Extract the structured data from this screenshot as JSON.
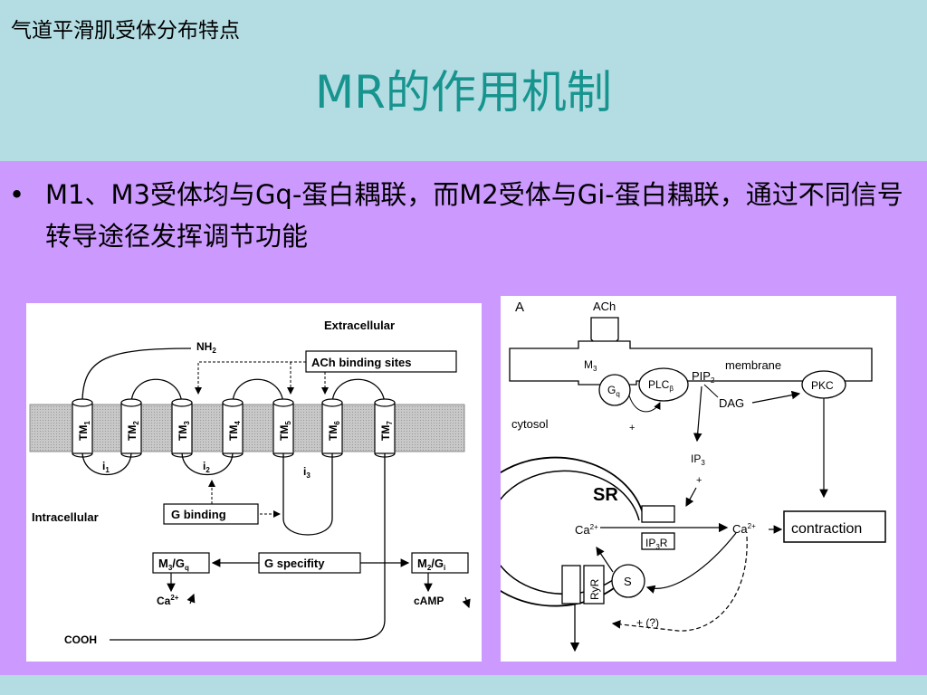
{
  "header": {
    "topline": "气道平滑肌受体分布特点",
    "title": "MR的作用机制"
  },
  "bullet": {
    "text": "M1、M3受体均与Gq-蛋白耦联，而M2受体与Gi-蛋白耦联，通过不同信号转导途径发挥调节功能"
  },
  "left_diagram": {
    "extracellular": "Extracellular",
    "intracellular": "Intracellular",
    "nh2": "NH",
    "nh2_sub": "2",
    "cooh": "COOH",
    "ach_binding": "ACh binding sites",
    "g_binding": "G binding",
    "g_specifity": "G specifity",
    "m3gq": "M",
    "m3gq_sub1": "3",
    "m3gq_mid": "/G",
    "m3gq_sub2": "q",
    "m2gi": "M",
    "m2gi_sub1": "2",
    "m2gi_mid": "/G",
    "m2gi_sub2": "i",
    "ca": "Ca",
    "ca_sup": "2+",
    "camp": "cAMP",
    "loops": [
      "i",
      "i",
      "i"
    ],
    "loop_subs": [
      "1",
      "2",
      "3"
    ],
    "tm_labels": [
      "TM",
      "TM",
      "TM",
      "TM",
      "TM",
      "TM",
      "TM"
    ],
    "tm_subs": [
      "1",
      "2",
      "3",
      "4",
      "5",
      "6",
      "7"
    ]
  },
  "right_diagram": {
    "panel_label": "A",
    "ach": "ACh",
    "m3": "M",
    "m3_sub": "3",
    "gq": "G",
    "gq_sub": "q",
    "plc": "PLC",
    "plc_sub": "β",
    "pip2": "PIP",
    "pip2_sub": "2",
    "membrane": "membrane",
    "pkc": "PKC",
    "dag": "DAG",
    "cytosol": "cytosol",
    "plus": "+",
    "ip3": "IP",
    "ip3_sub": "3",
    "sr": "SR",
    "ca_left": "Ca",
    "ca_left_sup": "2+",
    "ip3r": "IP",
    "ip3r_sub": "3",
    "ip3r_r": "R",
    "ca_right": "Ca",
    "ca_right_sup": "2+",
    "contraction": "contraction",
    "ryr": "RyR",
    "s": "S",
    "plus_q": "+ (?)"
  }
}
